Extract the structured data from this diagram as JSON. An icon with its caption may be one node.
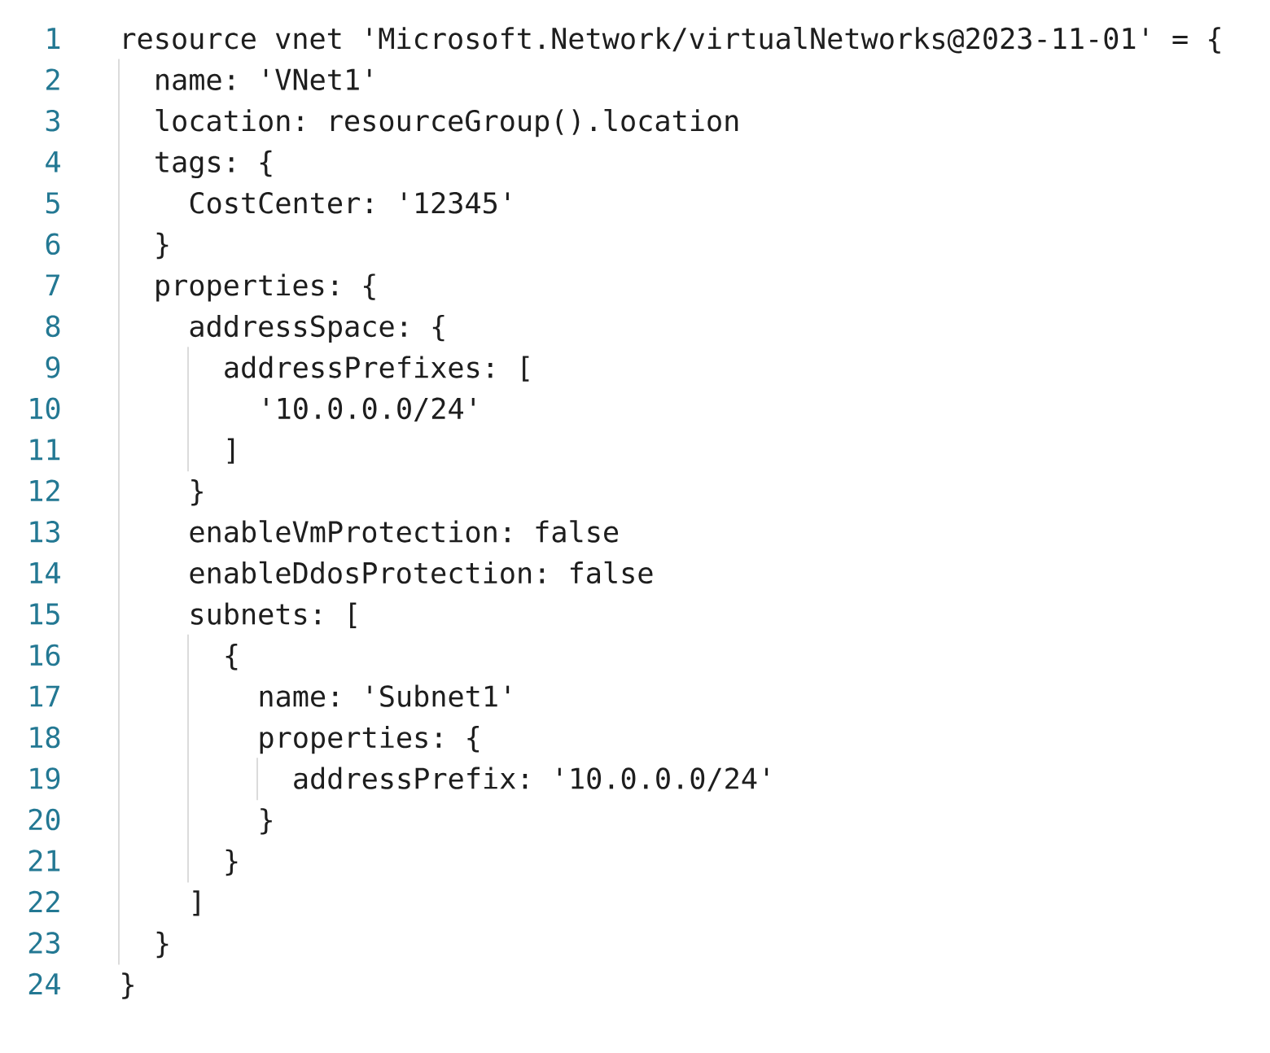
{
  "diagram": {
    "labels": [
      "1",
      "resource vnet 'Microsoft.Network/virtualNetworks@2023-11-01' = {",
      "2",
      "name: 'VNet1'",
      "3",
      "location: resourceGroup().location",
      "4",
      "tags: {",
      "5",
      "CostCenter: '12345'",
      "6",
      "}",
      "7",
      "properties: {",
      "8",
      "addressSpace: {",
      "9",
      "addressPrefixes: [",
      "10",
      "'10.0.0.0/24'",
      "11",
      "]",
      "12",
      "}",
      "13",
      "enableVmProtection: false",
      "14",
      "enableDdosProtection: false",
      "15",
      "subnets: [",
      "16",
      "{",
      "17",
      "name: 'Subnet1'",
      "18",
      "properties: {",
      "19",
      "addressPrefix: '10.0.0.0/24'",
      "20",
      "}",
      "21",
      "}",
      "22",
      "]",
      "23",
      "}",
      "24",
      "}"
    ]
  }
}
